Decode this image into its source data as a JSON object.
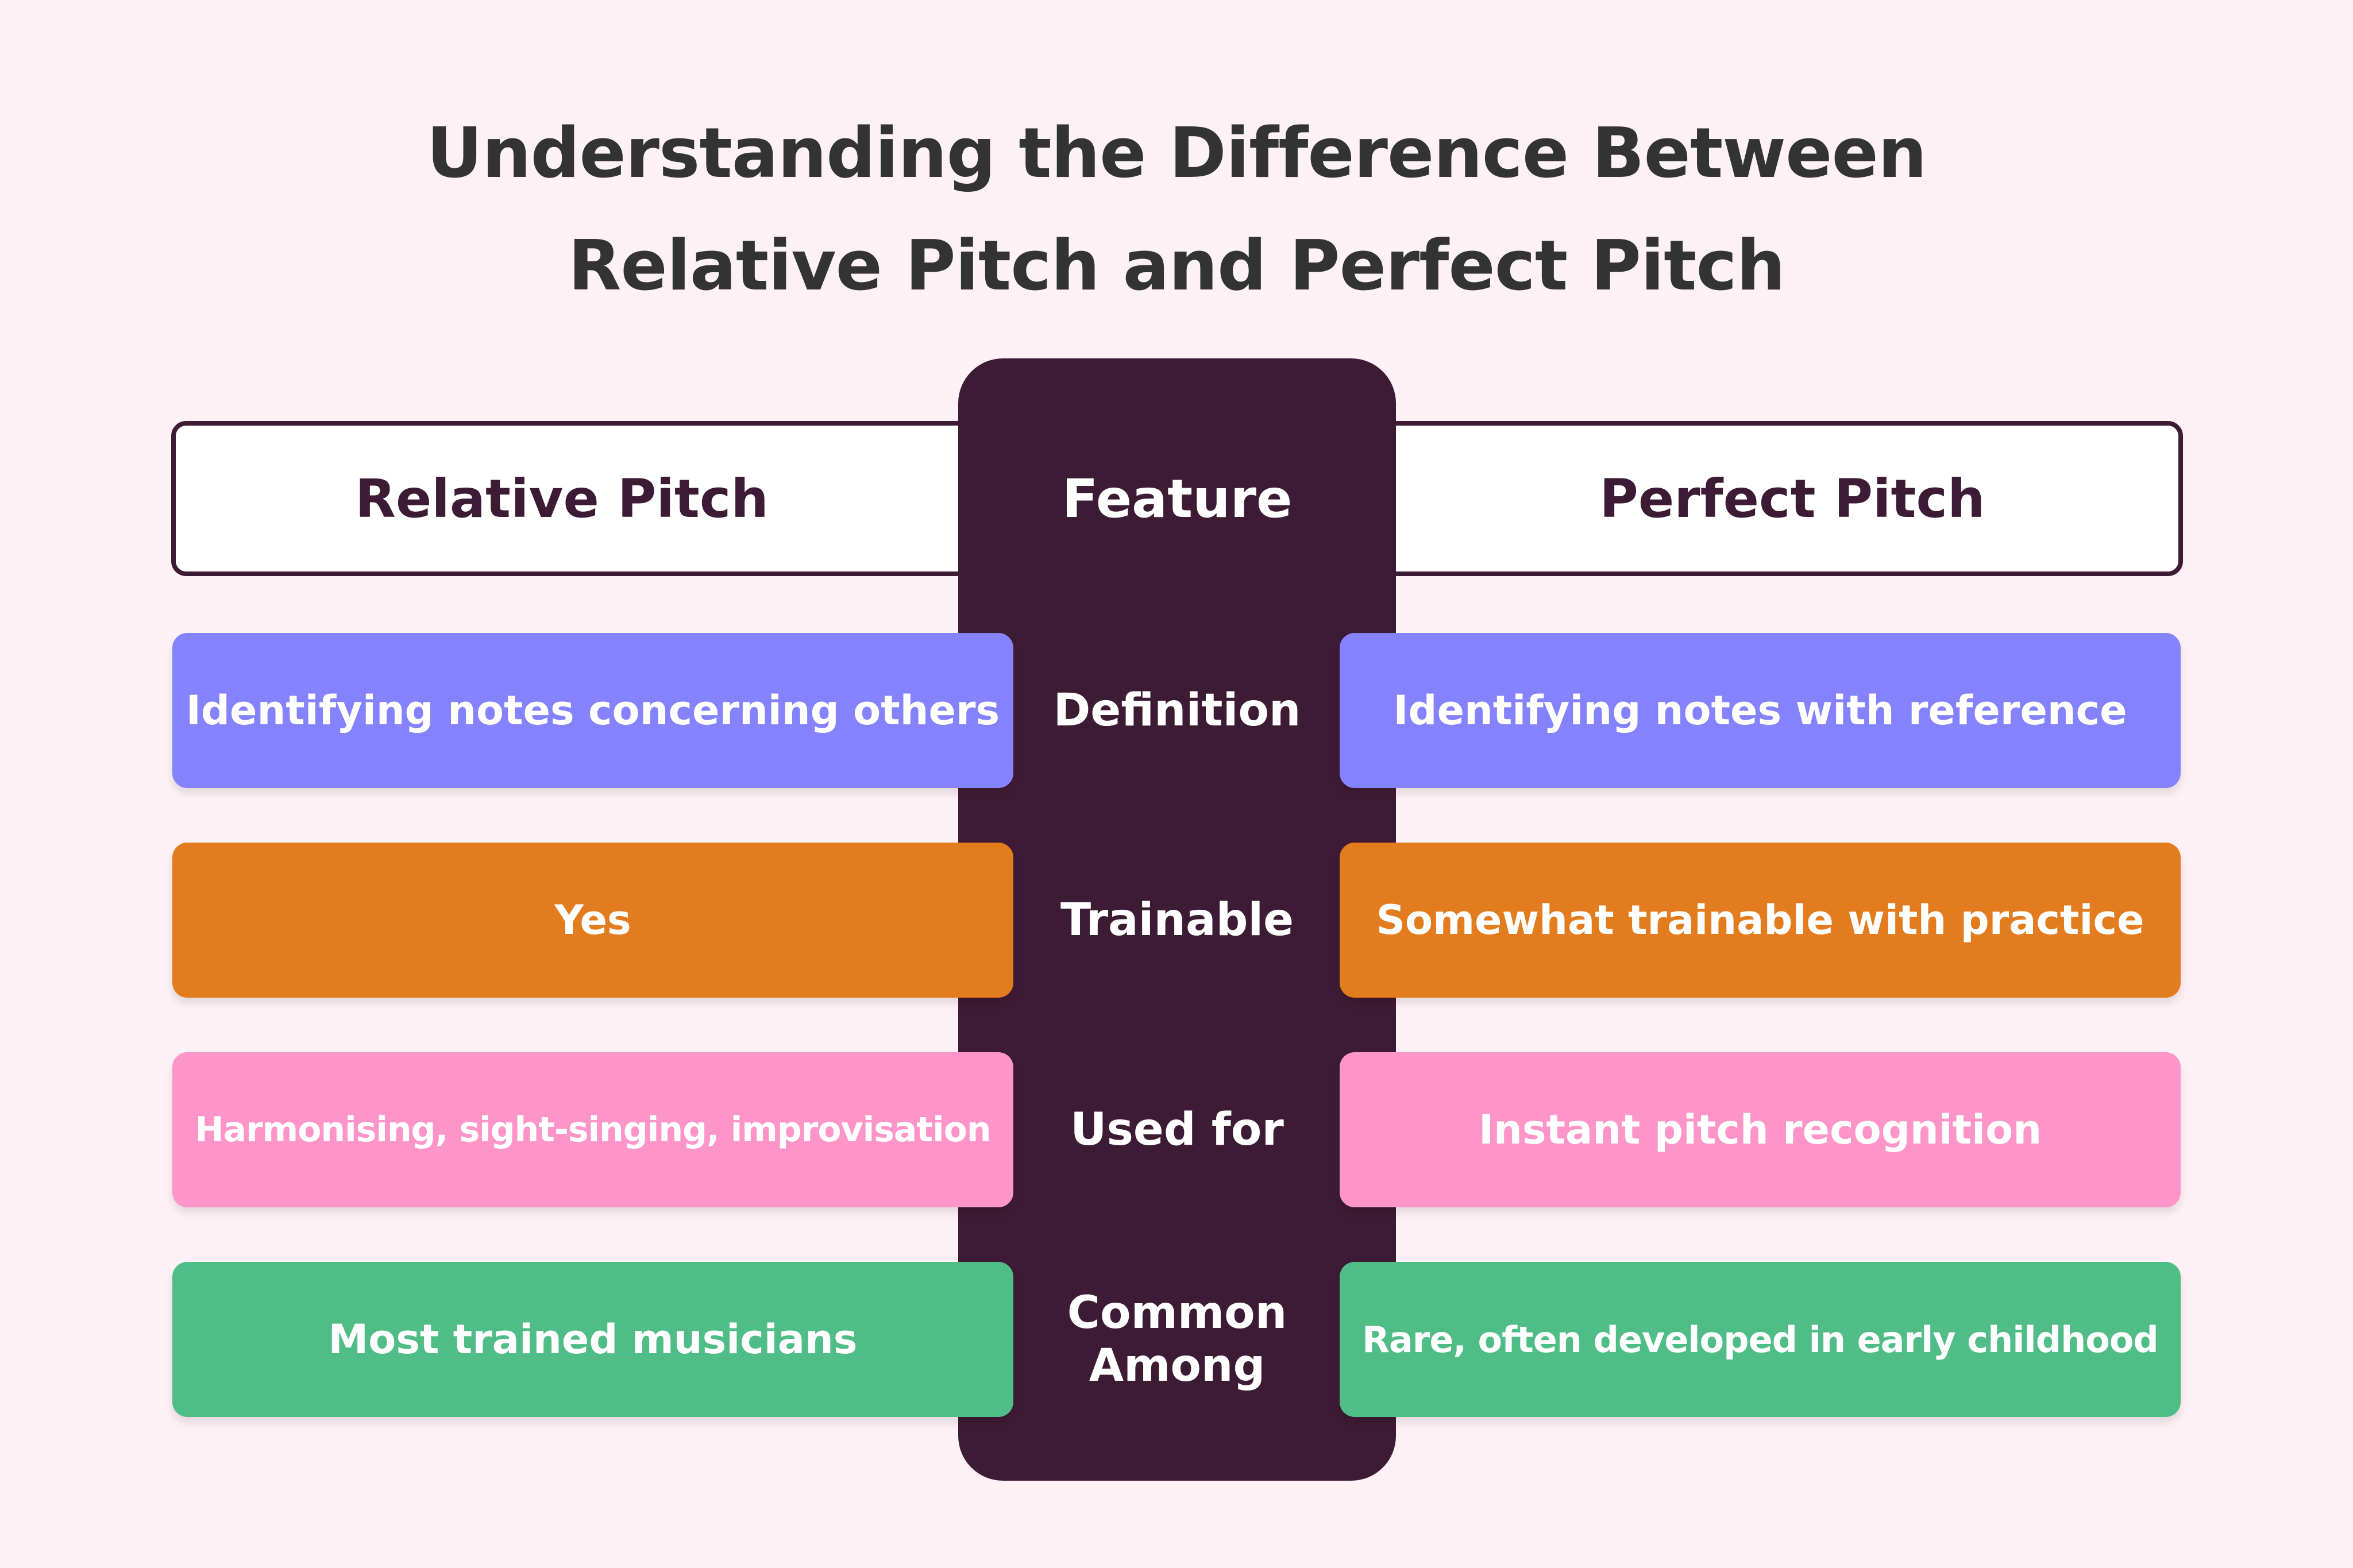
{
  "title": {
    "line1": "Understanding the Difference Between",
    "line2": "Relative Pitch and Perfect Pitch"
  },
  "headers": {
    "left": "Relative Pitch",
    "center": "Feature",
    "right": "Perfect Pitch"
  },
  "rows": [
    {
      "feature": "Definition",
      "relative": "Identifying notes concerning others",
      "perfect": "Identifying notes with reference",
      "color": "#8482fd"
    },
    {
      "feature": "Trainable",
      "relative": "Yes",
      "perfect": "Somewhat trainable with practice",
      "color": "#e37c1f"
    },
    {
      "feature": "Used for",
      "relative": "Harmonising, sight-singing, improvisation",
      "perfect": "Instant pitch recognition",
      "color": "#fe95c8"
    },
    {
      "feature": "Common Among",
      "relative": "Most trained musicians",
      "perfect": "Rare, often developed in early childhood",
      "color": "#4fbd85"
    }
  ],
  "colors": {
    "background": "#fdf1f6",
    "spine": "#3e1b34",
    "title": "#333333"
  }
}
